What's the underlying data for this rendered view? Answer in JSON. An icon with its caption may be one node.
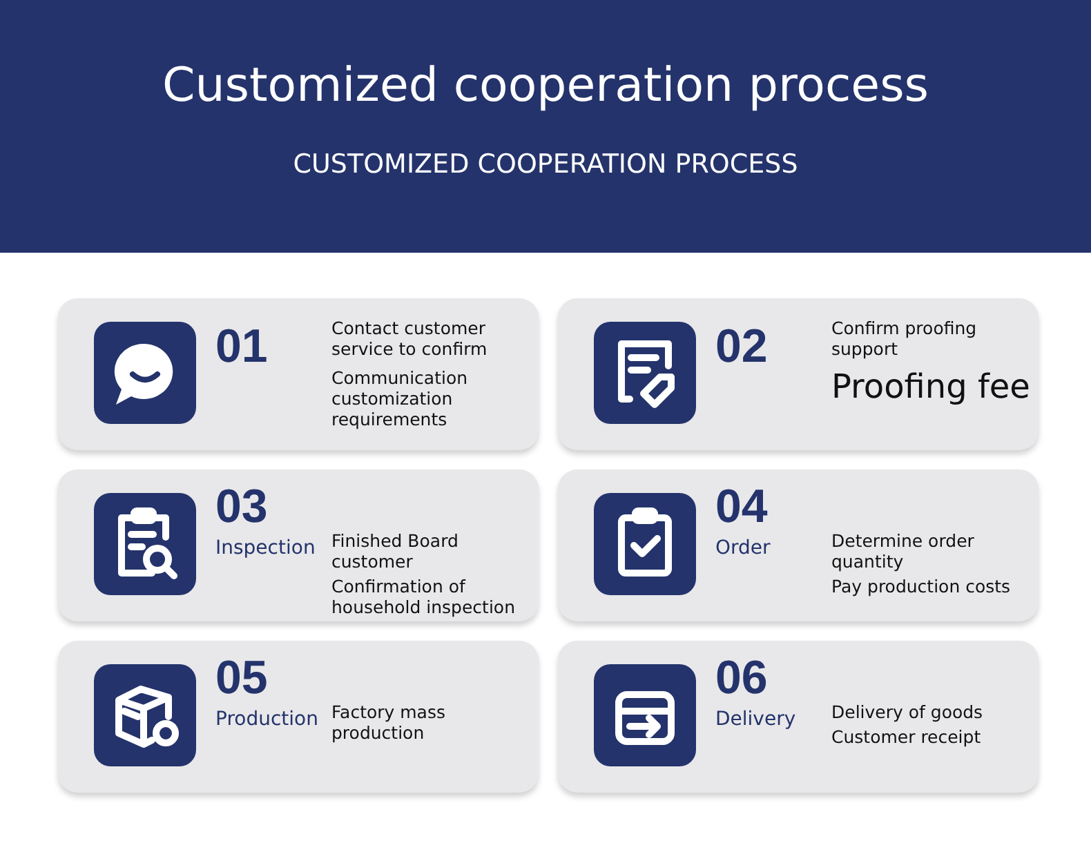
{
  "diagram": {
    "title": "Customized cooperation process",
    "nodes": [
      {
        "text": [
          "01",
          "Contact customer service to confirm",
          "Communication customization requirements"
        ]
      },
      {
        "text": [
          "02",
          "Confirm proofing support",
          "Proofing fee"
        ]
      },
      {
        "text": [
          "03",
          "Inspection",
          "Finished Board customer",
          "Confirmation of household inspection"
        ]
      },
      {
        "text": [
          "04",
          "Order",
          "Determine order quantity",
          "Pay production costs"
        ]
      },
      {
        "text": [
          "05",
          "Production",
          "Factory mass production"
        ]
      },
      {
        "text": [
          "06",
          "Delivery",
          "Delivery of goods",
          "Customer receipt"
        ]
      }
    ],
    "labels": [
      "CUSTOMIZED COOPERATION PROCESS"
    ]
  }
}
